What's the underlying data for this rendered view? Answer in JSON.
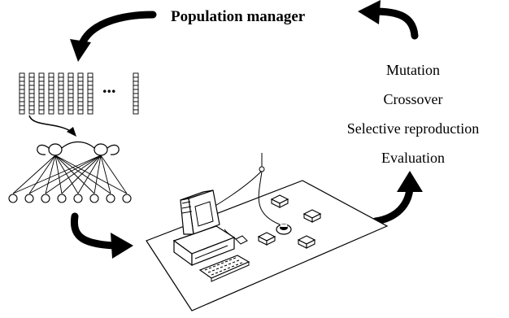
{
  "title": "Population manager",
  "operators": [
    "Mutation",
    "Crossover",
    "Selective reproduction",
    "Evaluation"
  ],
  "population_ellipsis": "...",
  "colors": {
    "ink": "#000000",
    "background": "#ffffff"
  }
}
